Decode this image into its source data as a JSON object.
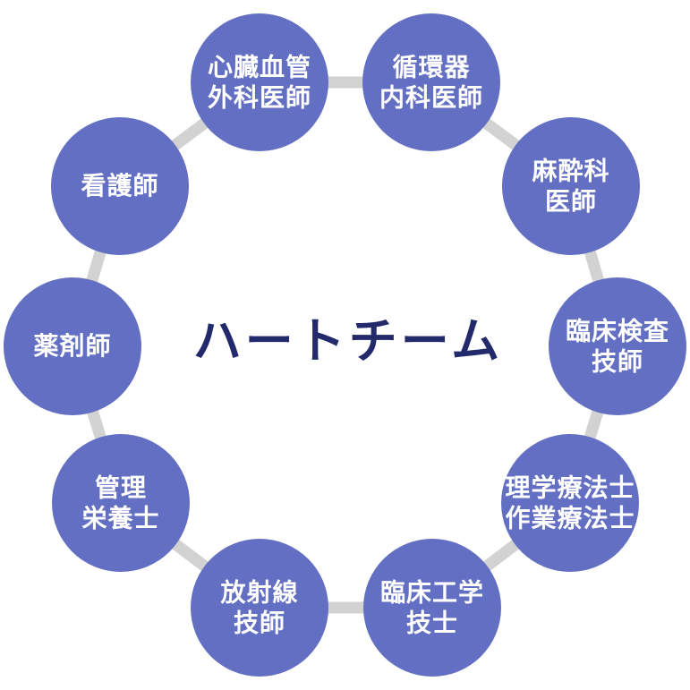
{
  "title": {
    "text": "ハートチーム"
  },
  "colors": {
    "circle_fill": "#636fc2",
    "connector": "#d2d2d2",
    "label_text": "#ffffff",
    "title_text": "#232a6b",
    "background": "#ffffff"
  },
  "roles": [
    {
      "label": "心臓血管\n外科医師"
    },
    {
      "label": "循環器\n内科医師"
    },
    {
      "label": "麻酔科\n医師"
    },
    {
      "label": "臨床検査\n技師"
    },
    {
      "label": "理学療法士\n作業療法士"
    },
    {
      "label": "臨床工学\n技士"
    },
    {
      "label": "放射線\n技師"
    },
    {
      "label": "管理\n栄養士"
    },
    {
      "label": "薬剤師"
    },
    {
      "label": "看護師"
    }
  ]
}
